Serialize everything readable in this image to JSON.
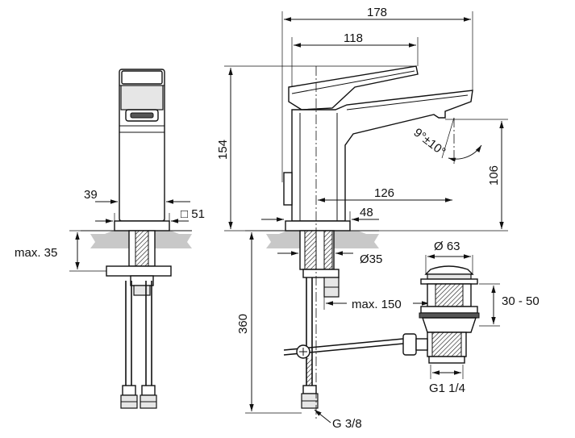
{
  "dimensions": {
    "width_total": "178",
    "spout_length": "118",
    "height_total": "154",
    "spout_height": "106",
    "spout_reach": "126",
    "body_width_front": "39",
    "square_base": "□ 51",
    "base_offset": "48",
    "max_deck": "max. 35",
    "shank_diameter": "Ø35",
    "hose_length": "360",
    "max_pull": "max. 150",
    "waste_diameter": "Ø 63",
    "waste_height": "30 - 50",
    "waste_thread": "G1 1/4",
    "inlet_thread": "G 3/8",
    "angle_label": "9°±10°"
  }
}
